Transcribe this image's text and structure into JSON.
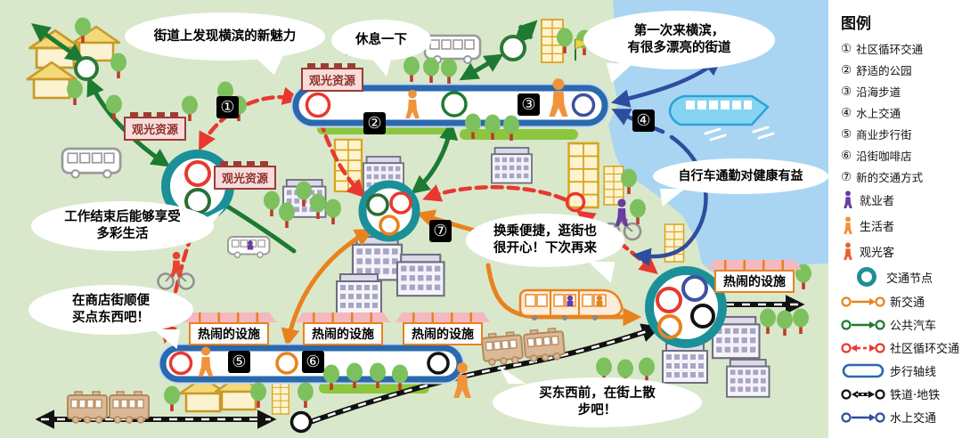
{
  "colors": {
    "background": "#d9e8cb",
    "water": "#a9d5f2",
    "node": "#1b9098",
    "walk_axis": "#2a69ae",
    "new_transit": "#e8821e",
    "bus": "#1d7a33",
    "community_loop": "#e8382f",
    "rail": "#111111",
    "water_transit": "#2f4d9e",
    "worker": "#6a3ba0",
    "resident": "#f0933a",
    "tourist": "#e8622d"
  },
  "legend": {
    "title": "图例",
    "numbered": [
      {
        "num": "①",
        "label": "社区循环交通"
      },
      {
        "num": "②",
        "label": "舒适的公园"
      },
      {
        "num": "③",
        "label": "沿海步道"
      },
      {
        "num": "④",
        "label": "水上交通"
      },
      {
        "num": "⑤",
        "label": "商业步行街"
      },
      {
        "num": "⑥",
        "label": "沿街咖啡店"
      },
      {
        "num": "⑦",
        "label": "新的交通方式"
      }
    ],
    "people": [
      {
        "label": "就业者"
      },
      {
        "label": "生活者"
      },
      {
        "label": "观光客"
      }
    ],
    "node_label": "交通节点",
    "lines": [
      {
        "label": "新交通"
      },
      {
        "label": "公共汽车"
      },
      {
        "label": "社区循环交通"
      },
      {
        "label": "步行轴线"
      },
      {
        "label": "铁道·地铁"
      },
      {
        "label": "水上交通"
      }
    ]
  },
  "bubbles": {
    "discover": {
      "lines": [
        "街道上发现横滨的新魅力"
      ]
    },
    "rest": {
      "lines": [
        "休息一下"
      ]
    },
    "first_visit": {
      "lines": [
        "第一次来横滨，",
        "有很多漂亮的街道"
      ]
    },
    "bike_commute": {
      "lines": [
        "自行车通勤对健康有益"
      ]
    },
    "after_work": {
      "lines": [
        "工作结束后能够享受",
        "多彩生活"
      ]
    },
    "transfer": {
      "lines": [
        "换乘便捷，逛街也",
        "很开心！下次再来"
      ]
    },
    "shopping_street": {
      "lines": [
        "在商店街顺便",
        "买点东西吧！"
      ]
    },
    "stroll": {
      "lines": [
        "买东西前，在街上散",
        "步吧！"
      ]
    }
  },
  "labels": {
    "sightseeing": "观光资源",
    "lively": "热闹的设施"
  },
  "badges": [
    "①",
    "②",
    "③",
    "④",
    "⑤",
    "⑥",
    "⑦"
  ]
}
